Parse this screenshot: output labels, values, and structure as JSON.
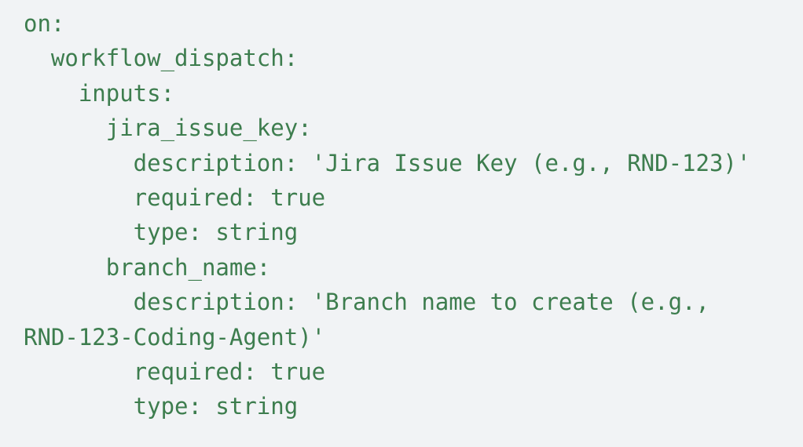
{
  "colors": {
    "background": "#F1F3F5",
    "code_text": "#3D7D4E"
  },
  "code_block": {
    "lines": [
      "on:",
      "  workflow_dispatch:",
      "    inputs:",
      "      jira_issue_key:",
      "        description: 'Jira Issue Key (e.g., RND-123)'",
      "        required: true",
      "        type: string",
      "      branch_name:",
      "        description: 'Branch name to create (e.g.,",
      "RND-123-Coding-Agent)'",
      "        required: true",
      "        type: string"
    ]
  }
}
